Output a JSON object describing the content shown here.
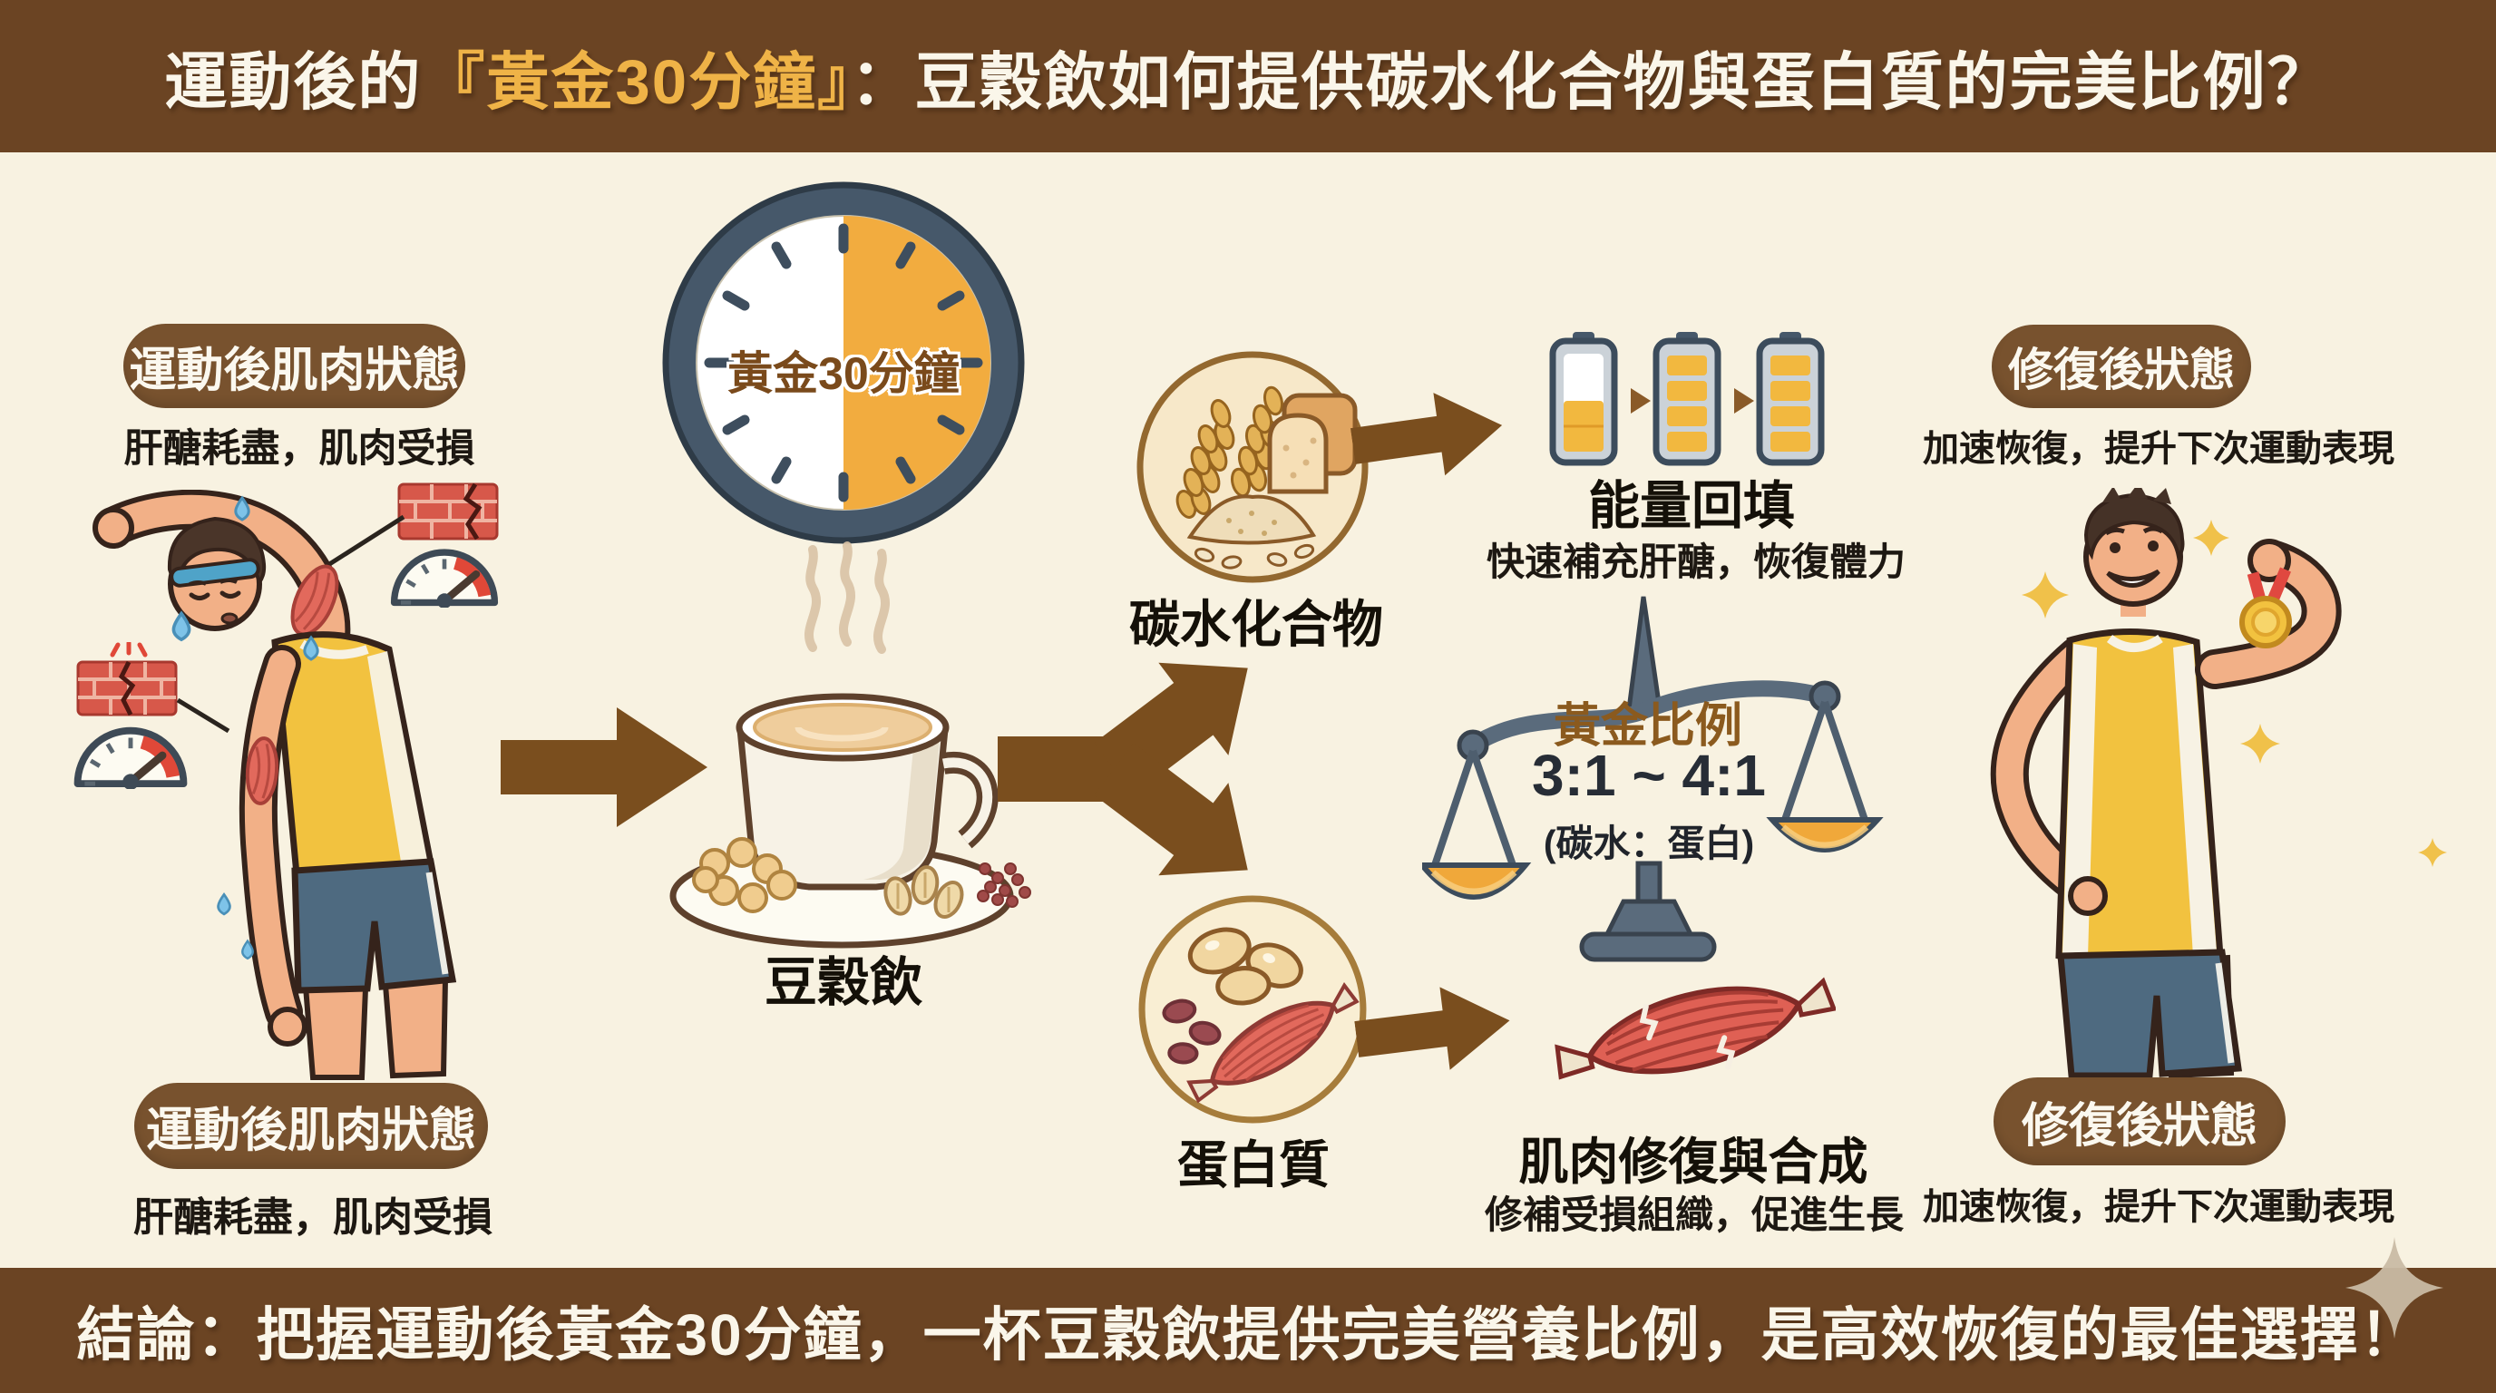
{
  "title": {
    "pre": "運動後的",
    "highlight": "『黃金30分鐘』",
    "post": "：豆穀飲如何提供碳水化合物與蛋白質的完美比例？"
  },
  "clock_label": "黃金30分鐘",
  "muscle_state": {
    "badge": "運動後肌肉狀態",
    "desc": "肝醣耗盡，肌肉受損"
  },
  "recovered_state": {
    "badge": "修復後狀態",
    "desc": "加速恢復，提升下次運動表現"
  },
  "drink_label": "豆穀飲",
  "carb": {
    "label": "碳水化合物",
    "result_title": "能量回填",
    "result_desc": "快速補充肝醣，恢復體力"
  },
  "protein": {
    "label": "蛋白質",
    "result_title": "肌肉修復與合成",
    "result_desc": "修補受損組織，促進生長"
  },
  "ratio": {
    "title": "黃金比例",
    "value": "3:1 ~ 4:1",
    "sub": "(碳水：蛋白)"
  },
  "conclusion": "結論：把握運動後黃金30分鐘，一杯豆穀飲提供完美營養比例，是高效恢復的最佳選擇！",
  "icons": {
    "clock": "clock-icon",
    "drink": "drink-cup-icon",
    "carb_source": "grains-bread-icon",
    "protein_source": "beans-muscle-icon",
    "energy": "battery-charging-icon",
    "balance": "balance-scale-icon",
    "muscle": "muscle-icon",
    "damage": "cracked-wall-icon",
    "fatigue": "gauge-icon",
    "sparkle": "sparkle-icon"
  },
  "colors": {
    "banner_brown": "#6B4423",
    "background_cream": "#F8F2E1",
    "accent_gold": "#EFB347",
    "arrow_brown": "#7A4E1E",
    "pill_brown": "#78522E",
    "clock_orange": "#F2AC3F",
    "battery_yellow": "#F2B83F",
    "scale_slate": "#5A6B7C",
    "muscle_red": "#DF6054"
  }
}
